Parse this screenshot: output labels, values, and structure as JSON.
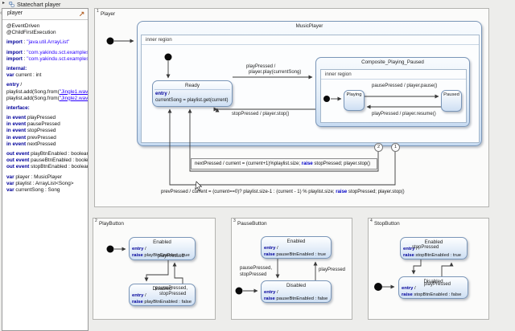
{
  "icons": {
    "outline_expand": "▸",
    "panel_collapse": "‹"
  },
  "window": {
    "outline_title": "Statechart player"
  },
  "palette": {
    "keyword": "#00009a",
    "string": "#2a00ff",
    "state_border": "#7a96b8",
    "state_fill_top": "#fdfeff",
    "state_fill_bottom": "#cedff3",
    "canvas_bg": "#ededeb"
  },
  "editor": {
    "tab_title": "player",
    "lines": [
      [
        {
          "k": "tx",
          "t": "@EventDriven"
        }
      ],
      [
        {
          "k": "tx",
          "t": "@ChildFirstExecution"
        }
      ],
      [],
      [
        {
          "k": "kw",
          "t": "import"
        },
        {
          "k": "tx",
          "t": " : "
        },
        {
          "k": "str",
          "t": "\"java.util.ArrayList\""
        }
      ],
      [],
      [
        {
          "k": "kw",
          "t": "import"
        },
        {
          "k": "tx",
          "t": " : "
        },
        {
          "k": "str",
          "t": "\"com.yakindu.sct.examples.m"
        }
      ],
      [
        {
          "k": "kw",
          "t": "import"
        },
        {
          "k": "tx",
          "t": " : "
        },
        {
          "k": "str",
          "t": "\"com.yakindu.sct.examples.m"
        }
      ],
      [],
      [
        {
          "k": "kw",
          "t": "internal:"
        }
      ],
      [
        {
          "k": "kw",
          "t": "var"
        },
        {
          "k": "tx",
          "t": " current : int"
        }
      ],
      [],
      [
        {
          "k": "kw",
          "t": "entry"
        },
        {
          "k": "tx",
          "t": " /"
        }
      ],
      [
        {
          "k": "tx",
          "t": "playlist.add(Song.from("
        },
        {
          "k": "lnk",
          "t": "\"Jingle1.wav\""
        },
        {
          "k": "tx",
          "t": "));"
        }
      ],
      [
        {
          "k": "tx",
          "t": "playlist.add(Song.from("
        },
        {
          "k": "lnk",
          "t": "\"Jingle2.wav\""
        },
        {
          "k": "tx",
          "t": "));"
        }
      ],
      [],
      [
        {
          "k": "kw",
          "t": "interface:"
        }
      ],
      [],
      [
        {
          "k": "kw",
          "t": "in event"
        },
        {
          "k": "tx",
          "t": " playPressed"
        }
      ],
      [
        {
          "k": "kw",
          "t": "in event"
        },
        {
          "k": "tx",
          "t": " pausePressed"
        }
      ],
      [
        {
          "k": "kw",
          "t": "in event"
        },
        {
          "k": "tx",
          "t": " stopPressed"
        }
      ],
      [
        {
          "k": "kw",
          "t": "in event"
        },
        {
          "k": "tx",
          "t": " prevPressed"
        }
      ],
      [
        {
          "k": "kw",
          "t": "in event"
        },
        {
          "k": "tx",
          "t": " nextPressed"
        }
      ],
      [],
      [
        {
          "k": "kw",
          "t": "out event"
        },
        {
          "k": "tx",
          "t": " playBtnEnabled : boolean"
        }
      ],
      [
        {
          "k": "kw",
          "t": "out event"
        },
        {
          "k": "tx",
          "t": " pauseBtnEnabled : boolean"
        }
      ],
      [
        {
          "k": "kw",
          "t": "out event"
        },
        {
          "k": "tx",
          "t": " stopBtnEnabled : boolean"
        }
      ],
      [],
      [
        {
          "k": "kw",
          "t": "var"
        },
        {
          "k": "tx",
          "t": " player : MusicPlayer"
        }
      ],
      [
        {
          "k": "kw",
          "t": "var"
        },
        {
          "k": "tx",
          "t": " playlist : ArrayList<Song>"
        }
      ],
      [
        {
          "k": "kw",
          "t": "var"
        },
        {
          "k": "tx",
          "t": " currentSong : Song"
        }
      ]
    ]
  },
  "diagram": {
    "player_region": {
      "num": "1",
      "label": "Player"
    },
    "music_player": {
      "title": "MusicPlayer",
      "region_label": "inner region"
    },
    "ready": {
      "title": "Ready",
      "lines": [
        [
          {
            "k": "kw",
            "t": "entry"
          },
          {
            "k": "tx",
            "t": " /"
          }
        ],
        [
          {
            "k": "tx",
            "t": "currentSong = playlist.get(current)"
          }
        ]
      ]
    },
    "composite": {
      "title": "Composite_Playing_Paused",
      "region_label": "inner region",
      "playing": "Playing",
      "paused": "Paused"
    },
    "transitions": {
      "play_l1": "playPressed /",
      "play_l2": "player.play(currentSong)",
      "stop": "stopPressed / player.stop()",
      "pause": "pausePressed / player.pause()",
      "resume": "playPressed / player.resume()",
      "next_badge": "2",
      "prev_badge": "1",
      "next": [
        {
          "k": "tx",
          "t": "nextPressed / current = (current+1)%playlist.size; "
        },
        {
          "k": "kwb",
          "t": "raise"
        },
        {
          "k": "tx",
          "t": " stopPressed; player.stop()"
        }
      ],
      "prev": [
        {
          "k": "tx",
          "t": "prevPressed / current = (current==0)? playlist.size-1 : (current - 1) % playlist.size; "
        },
        {
          "k": "kwb",
          "t": "raise"
        },
        {
          "k": "tx",
          "t": " stopPressed; player.stop()"
        }
      ]
    },
    "play_button": {
      "num": "2",
      "label": "PlayButton",
      "enabled": {
        "title": "Enabled",
        "lines": [
          [
            {
              "k": "kw",
              "t": "entry"
            },
            {
              "k": "tx",
              "t": " /"
            }
          ],
          [
            {
              "k": "kw",
              "t": "raise"
            },
            {
              "k": "tx",
              "t": " playBtnEnabled : true"
            }
          ]
        ]
      },
      "disabled": {
        "title": "Disabled",
        "lines": [
          [
            {
              "k": "kw",
              "t": "entry"
            },
            {
              "k": "tx",
              "t": " /"
            }
          ],
          [
            {
              "k": "kw",
              "t": "raise"
            },
            {
              "k": "tx",
              "t": " playBtnEnabled : false"
            }
          ]
        ]
      },
      "t_disable": "playPressed",
      "t_enable_l1": "pausePressed,",
      "t_enable_l2": "stopPressed"
    },
    "pause_button": {
      "num": "3",
      "label": "PauseButton",
      "enabled": {
        "title": "Enabled",
        "lines": [
          [
            {
              "k": "kw",
              "t": "entry"
            },
            {
              "k": "tx",
              "t": " /"
            }
          ],
          [
            {
              "k": "kw",
              "t": "raise"
            },
            {
              "k": "tx",
              "t": " pauseBtnEnabled : true"
            }
          ]
        ]
      },
      "disabled": {
        "title": "Disabled",
        "lines": [
          [
            {
              "k": "kw",
              "t": "entry"
            },
            {
              "k": "tx",
              "t": " /"
            }
          ],
          [
            {
              "k": "kw",
              "t": "raise"
            },
            {
              "k": "tx",
              "t": " pauseBtnEnabled : false"
            }
          ]
        ]
      },
      "t_disable_l1": "pausePressed,",
      "t_disable_l2": "stopPressed",
      "t_enable": "playPressed"
    },
    "stop_button": {
      "num": "4",
      "label": "StopButton",
      "enabled": {
        "title": "Enabled",
        "lines": [
          [
            {
              "k": "kw",
              "t": "entry"
            },
            {
              "k": "tx",
              "t": " /"
            }
          ],
          [
            {
              "k": "kw",
              "t": "raise"
            },
            {
              "k": "tx",
              "t": " stopBtnEnabled : true"
            }
          ]
        ]
      },
      "disabled": {
        "title": "Disabled",
        "lines": [
          [
            {
              "k": "kw",
              "t": "entry"
            },
            {
              "k": "tx",
              "t": " /"
            }
          ],
          [
            {
              "k": "kw",
              "t": "raise"
            },
            {
              "k": "tx",
              "t": " stopBtnEnabled : false"
            }
          ]
        ]
      },
      "t_disable": "stopPressed",
      "t_enable": "playPressed"
    }
  }
}
